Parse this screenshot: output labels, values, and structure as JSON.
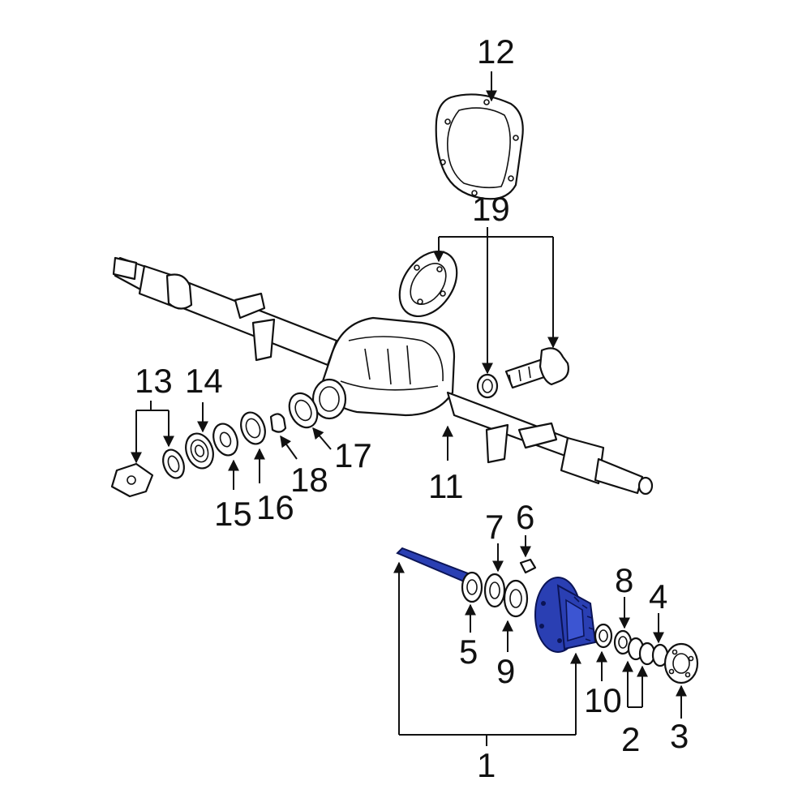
{
  "callouts": {
    "c1": "1",
    "c2": "2",
    "c3": "3",
    "c4": "4",
    "c5": "5",
    "c6": "6",
    "c7": "7",
    "c8": "8",
    "c9": "9",
    "c10": "10",
    "c11": "11",
    "c12": "12",
    "c13": "13",
    "c14": "14",
    "c15": "15",
    "c16": "16",
    "c17": "17",
    "c18": "18",
    "c19": "19"
  },
  "highlighted_part": "1",
  "colors": {
    "highlight": "#2a3fb3",
    "line": "#111111",
    "background": "#ffffff"
  }
}
